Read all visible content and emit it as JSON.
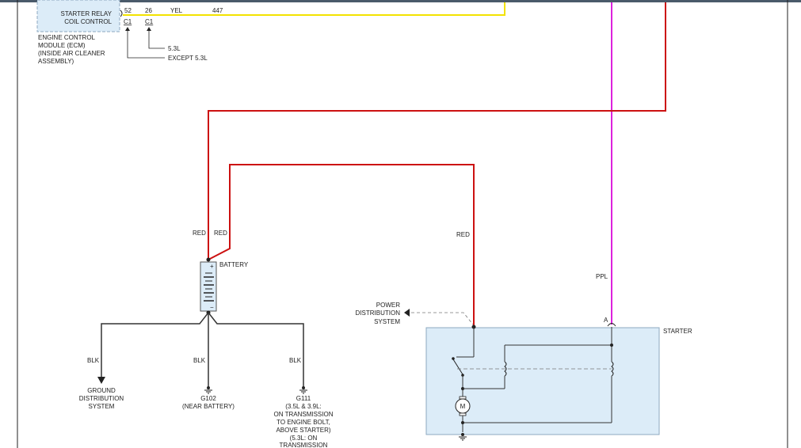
{
  "colors": {
    "wire_red": "#cc1111",
    "wire_yellow": "#f2e200",
    "wire_purple": "#dd22dd",
    "wire_black": "#333333",
    "module_fill": "#dcecf8",
    "module_border": "#8ea9c0"
  },
  "ecm": {
    "circuit_label_line1": "STARTER RELAY",
    "circuit_label_line2": "COIL CONTROL",
    "name_line1": "ENGINE CONTROL",
    "name_line2": "MODULE (ECM)",
    "name_line3": "(INSIDE AIR CLEANER",
    "name_line4": "ASSEMBLY)",
    "pin_a": "52",
    "pin_b": "26",
    "connector_a": "C1",
    "connector_b": "C1",
    "variant_b": "5.3L",
    "variant_a": "EXCEPT 5.3L"
  },
  "wires": {
    "yellow_color": "YEL",
    "yellow_circuit": "447",
    "red_left": "RED",
    "red_right": "RED",
    "red_starter": "RED",
    "purple": "PPL",
    "blk_1": "BLK",
    "blk_2": "BLK",
    "blk_3": "BLK"
  },
  "battery": {
    "label": "BATTERY",
    "plus": "+",
    "minus": "−"
  },
  "grounds": {
    "gds_line1": "GROUND",
    "gds_line2": "DISTRIBUTION",
    "gds_line3": "SYSTEM",
    "g102_name": "G102",
    "g102_loc": "(NEAR BATTERY)",
    "g111_name": "G111",
    "g111_line1": "(3.5L & 3.9L:",
    "g111_line2": "ON TRANSMISSION",
    "g111_line3": "TO ENGINE BOLT,",
    "g111_line4": "ABOVE STARTER)",
    "g111_line5": "(5.3L: ON",
    "g111_line6": "TRANSMISSION"
  },
  "power_distribution": {
    "line1": "POWER",
    "line2": "DISTRIBUTION",
    "line3": "SYSTEM"
  },
  "starter": {
    "label": "STARTER",
    "terminal": "A",
    "motor": "M"
  }
}
